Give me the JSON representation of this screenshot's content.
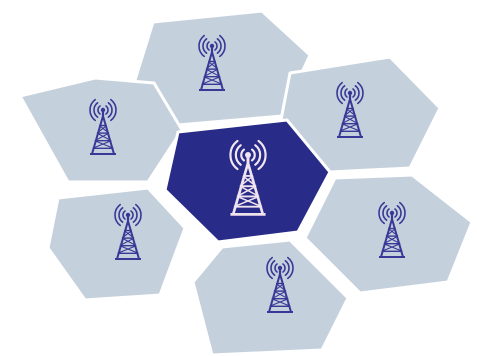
{
  "diagram": {
    "colors": {
      "background": "#ffffff",
      "cell_fill": "#c4d0dc",
      "cell_center_fill": "#282b88",
      "tower_dark": "#3a3796",
      "tower_light": "#efe3ee",
      "signal_dark": "#3a3796",
      "signal_light": "#f2e6f0"
    },
    "cells": [
      {
        "name": "cell-top",
        "role": "neighbor",
        "icon": "cell-tower-icon"
      },
      {
        "name": "cell-upper-left",
        "role": "neighbor",
        "icon": "cell-tower-icon"
      },
      {
        "name": "cell-upper-right",
        "role": "neighbor",
        "icon": "cell-tower-icon"
      },
      {
        "name": "cell-center",
        "role": "serving",
        "icon": "cell-tower-icon"
      },
      {
        "name": "cell-lower-left",
        "role": "neighbor",
        "icon": "cell-tower-icon"
      },
      {
        "name": "cell-lower-right",
        "role": "neighbor",
        "icon": "cell-tower-icon"
      },
      {
        "name": "cell-bottom",
        "role": "neighbor",
        "icon": "cell-tower-icon"
      }
    ]
  }
}
